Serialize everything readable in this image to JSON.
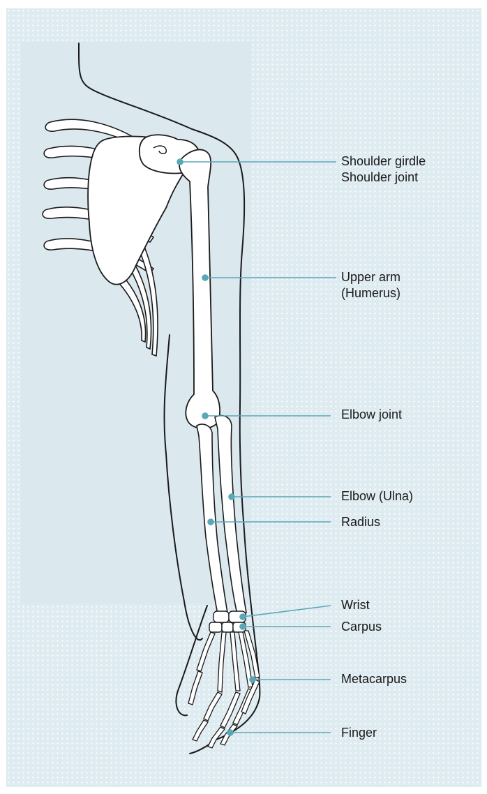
{
  "labels": {
    "shoulder": [
      "Shoulder girdle",
      "Shoulder joint"
    ],
    "upper_arm": [
      "Upper arm",
      "(Humerus)"
    ],
    "elbow_joint": "Elbow joint",
    "ulna": "Elbow (Ulna)",
    "radius": "Radius",
    "wrist": "Wrist",
    "carpus": "Carpus",
    "metacarpus": "Metacarpus",
    "finger": "Finger"
  },
  "colors": {
    "background": "#deebf0",
    "leader_line": "#5aa7b7",
    "outline": "#1a1a1a",
    "bone": "#ffffff"
  }
}
